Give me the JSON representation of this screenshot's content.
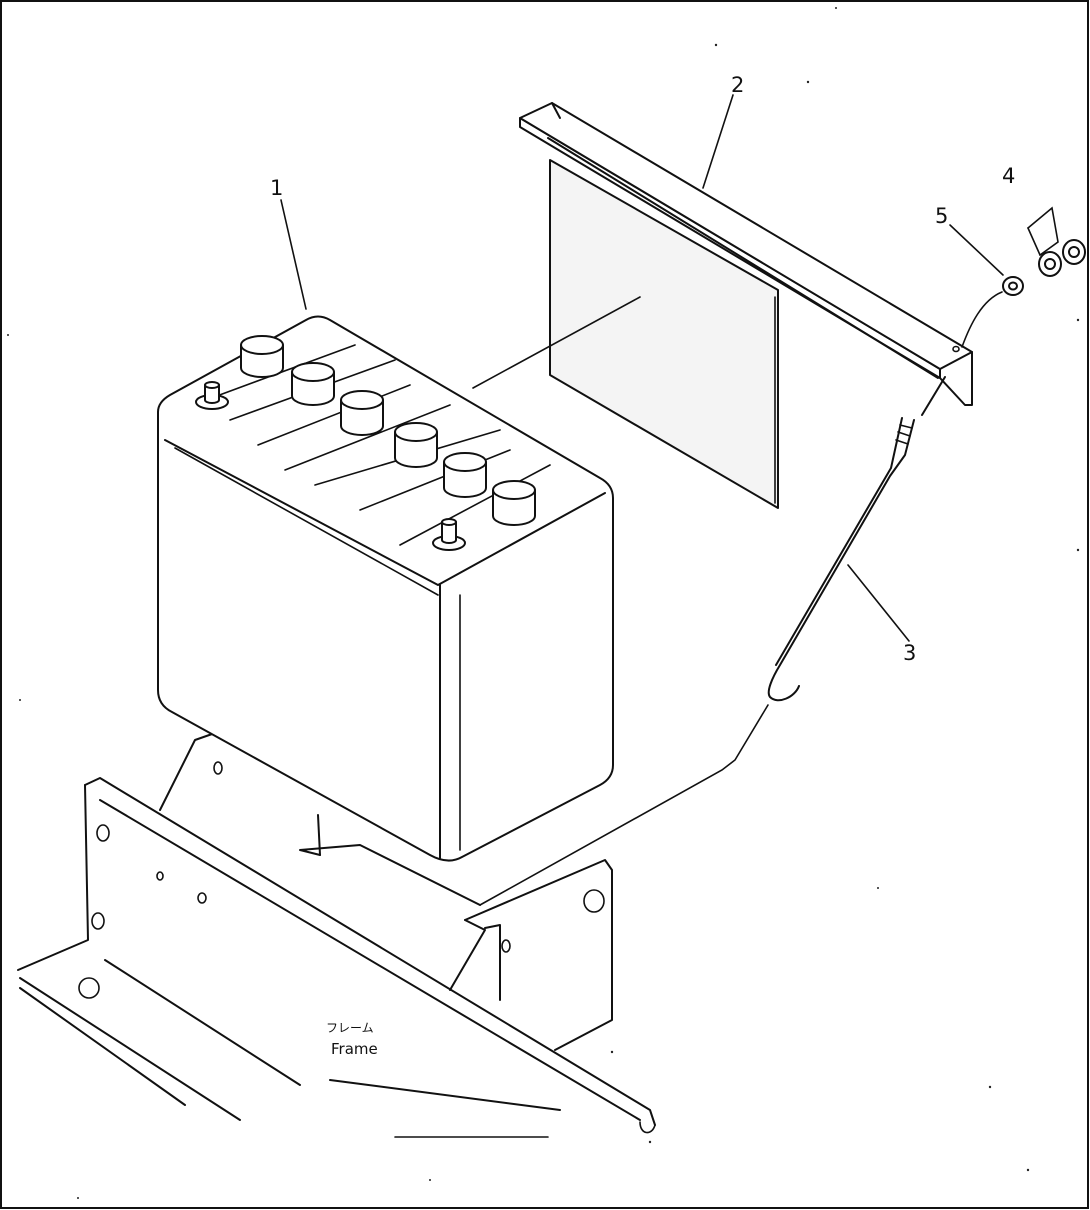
{
  "callouts": [
    {
      "id": "1",
      "label": "1"
    },
    {
      "id": "2",
      "label": "2"
    },
    {
      "id": "3",
      "label": "3"
    },
    {
      "id": "4",
      "label": "4"
    },
    {
      "id": "5",
      "label": "5"
    }
  ],
  "frame_label": {
    "japanese": "フレーム",
    "english": "Frame"
  }
}
